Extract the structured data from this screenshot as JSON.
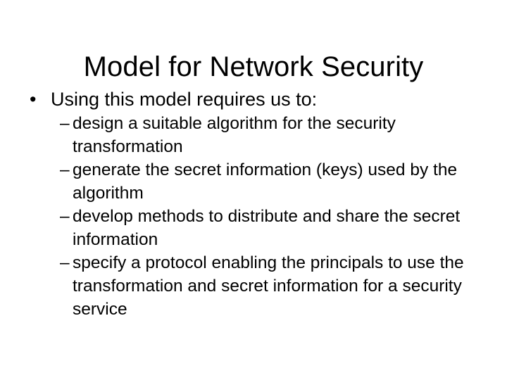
{
  "slide": {
    "title": "Model for Network Security",
    "background_color": "#ffffff",
    "text_color": "#000000",
    "bullet_glyph": "•",
    "dash_glyph": "–",
    "bullets": [
      {
        "text": "Using this model requires us to:",
        "sub_bullets": [
          {
            "text": "design a suitable algorithm for the security transformation"
          },
          {
            "text": "generate the secret information (keys) used by the algorithm"
          },
          {
            "text": "develop methods to distribute and share the secret information"
          },
          {
            "text": "specify a protocol enabling the principals to use the transformation and secret information for a security service"
          }
        ]
      }
    ]
  }
}
